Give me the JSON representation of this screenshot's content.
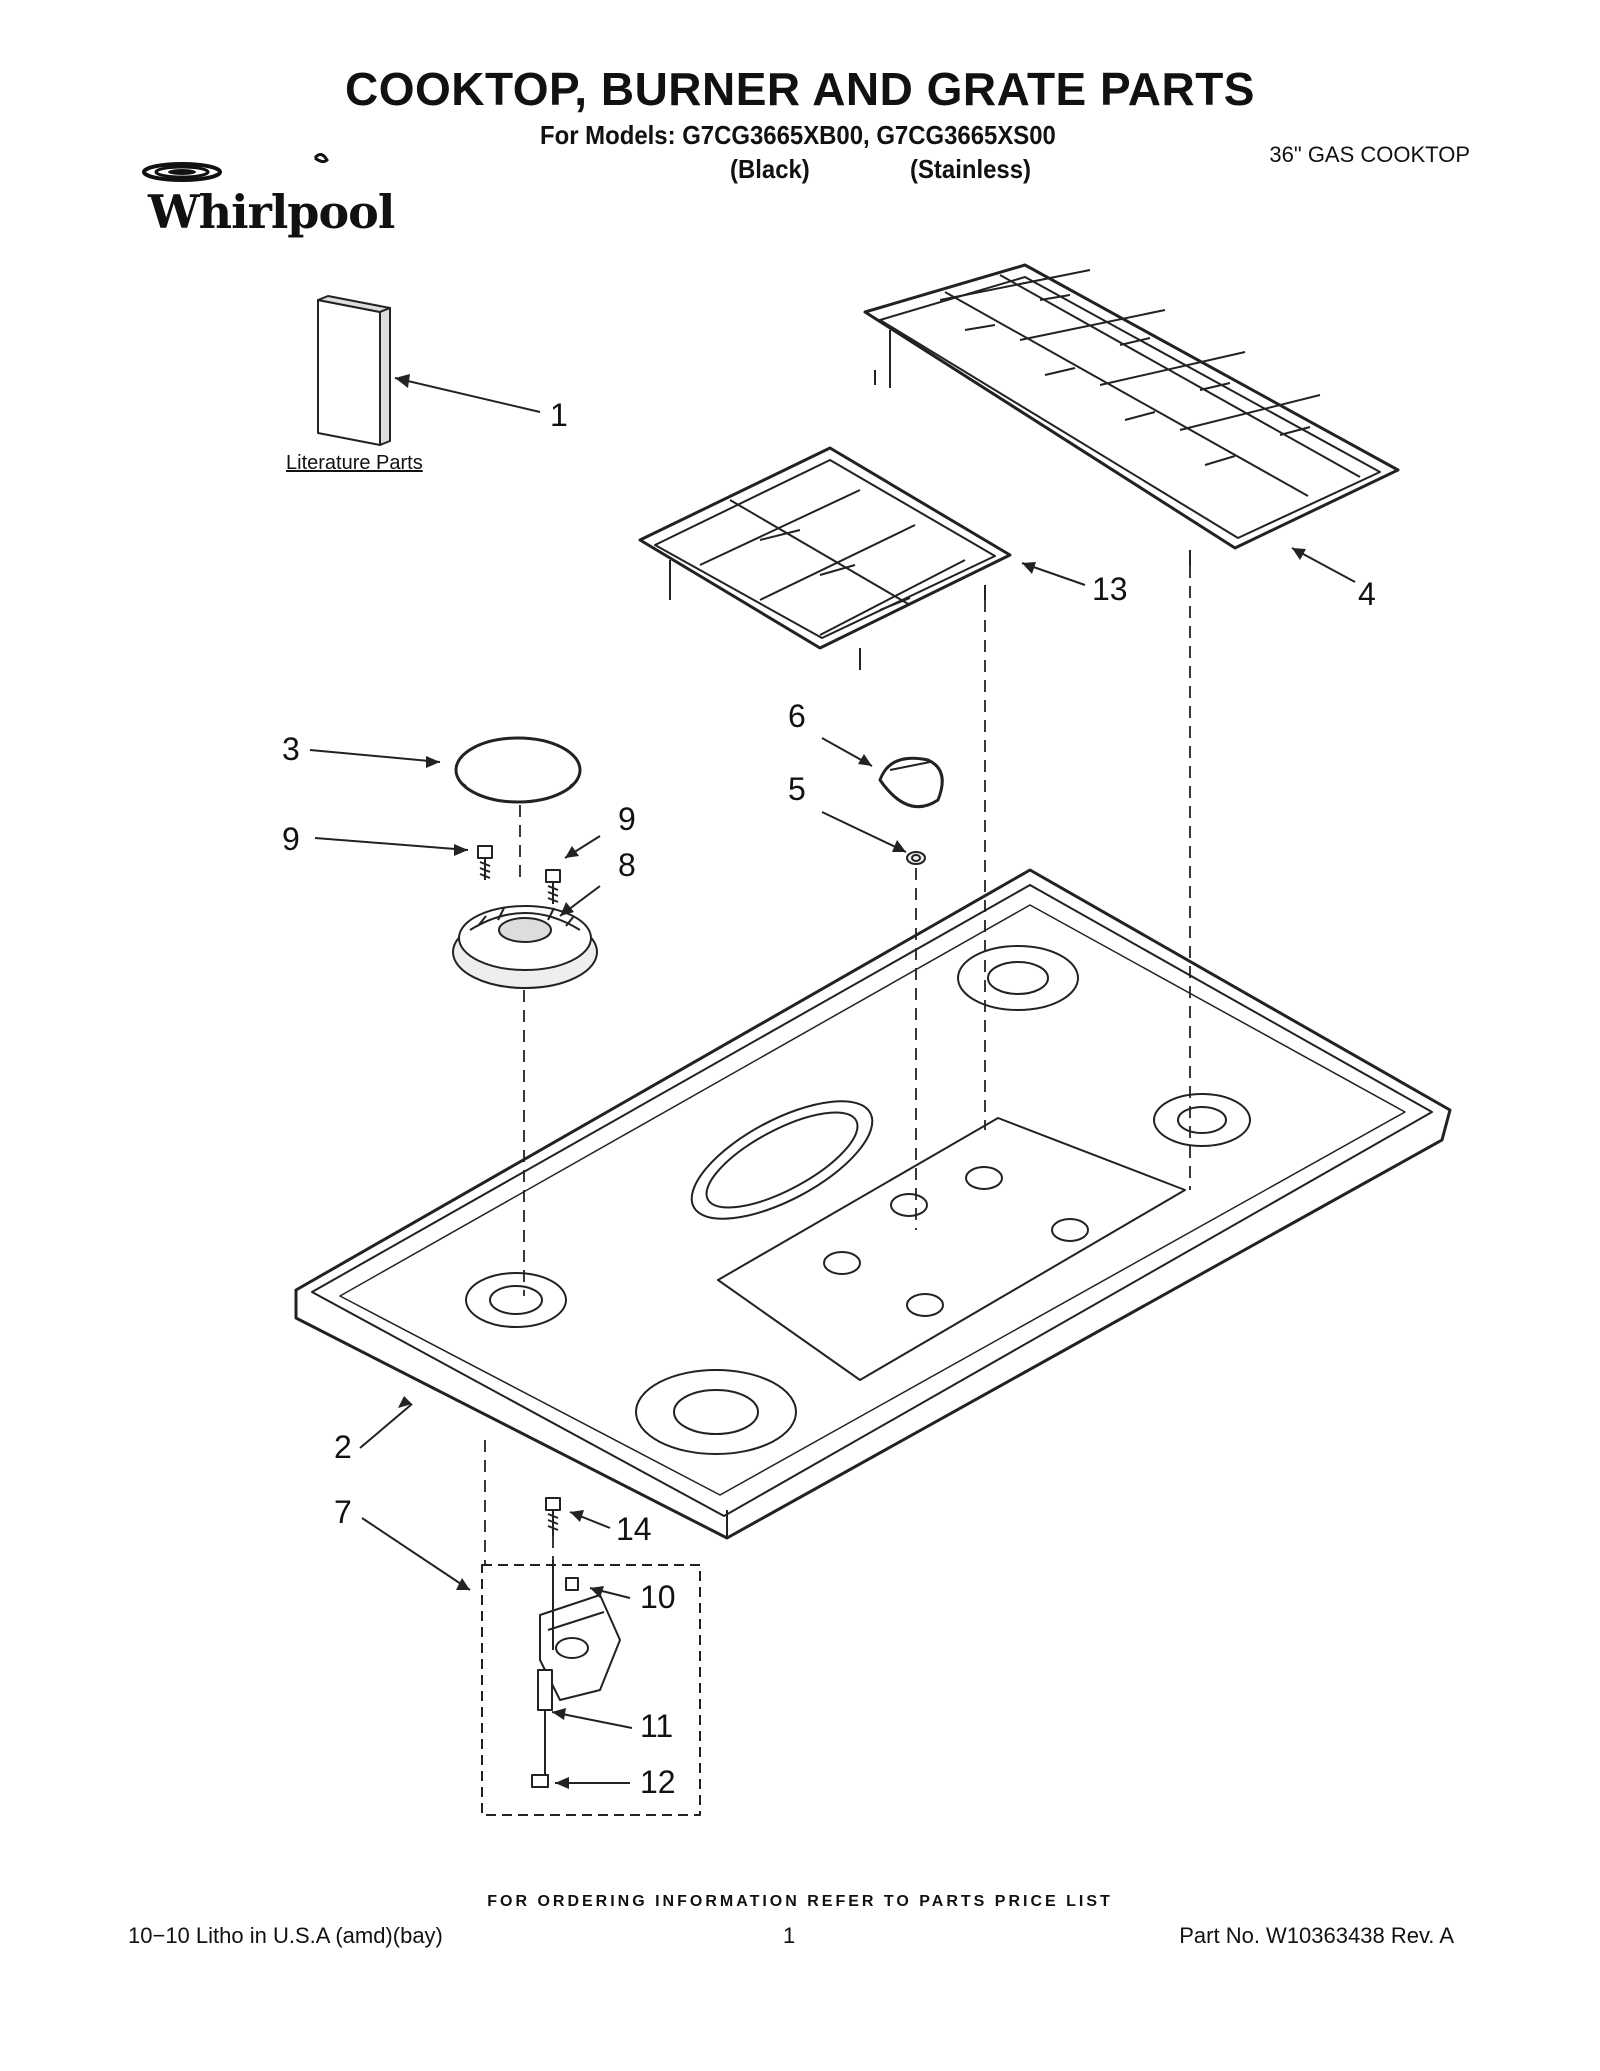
{
  "header": {
    "title": "COOKTOP, BURNER AND GRATE PARTS",
    "models_line": "For Models: G7CG3665XB00, G7CG3665XS00",
    "variant_black": "(Black)",
    "variant_stainless": "(Stainless)",
    "product": "36\" GAS COOKTOP",
    "brand": "Whirlpool"
  },
  "diagram": {
    "literature_label": "Literature Parts",
    "callouts": [
      "1",
      "2",
      "3",
      "4",
      "5",
      "6",
      "7",
      "8",
      "9",
      "9",
      "10",
      "11",
      "12",
      "13",
      "14"
    ]
  },
  "footer": {
    "ordering_info": "FOR ORDERING INFORMATION REFER TO PARTS PRICE LIST",
    "litho": "10−10 Litho in U.S.A (amd)(bay)",
    "page_number": "1",
    "part_number": "Part No. W10363438 Rev. A"
  }
}
